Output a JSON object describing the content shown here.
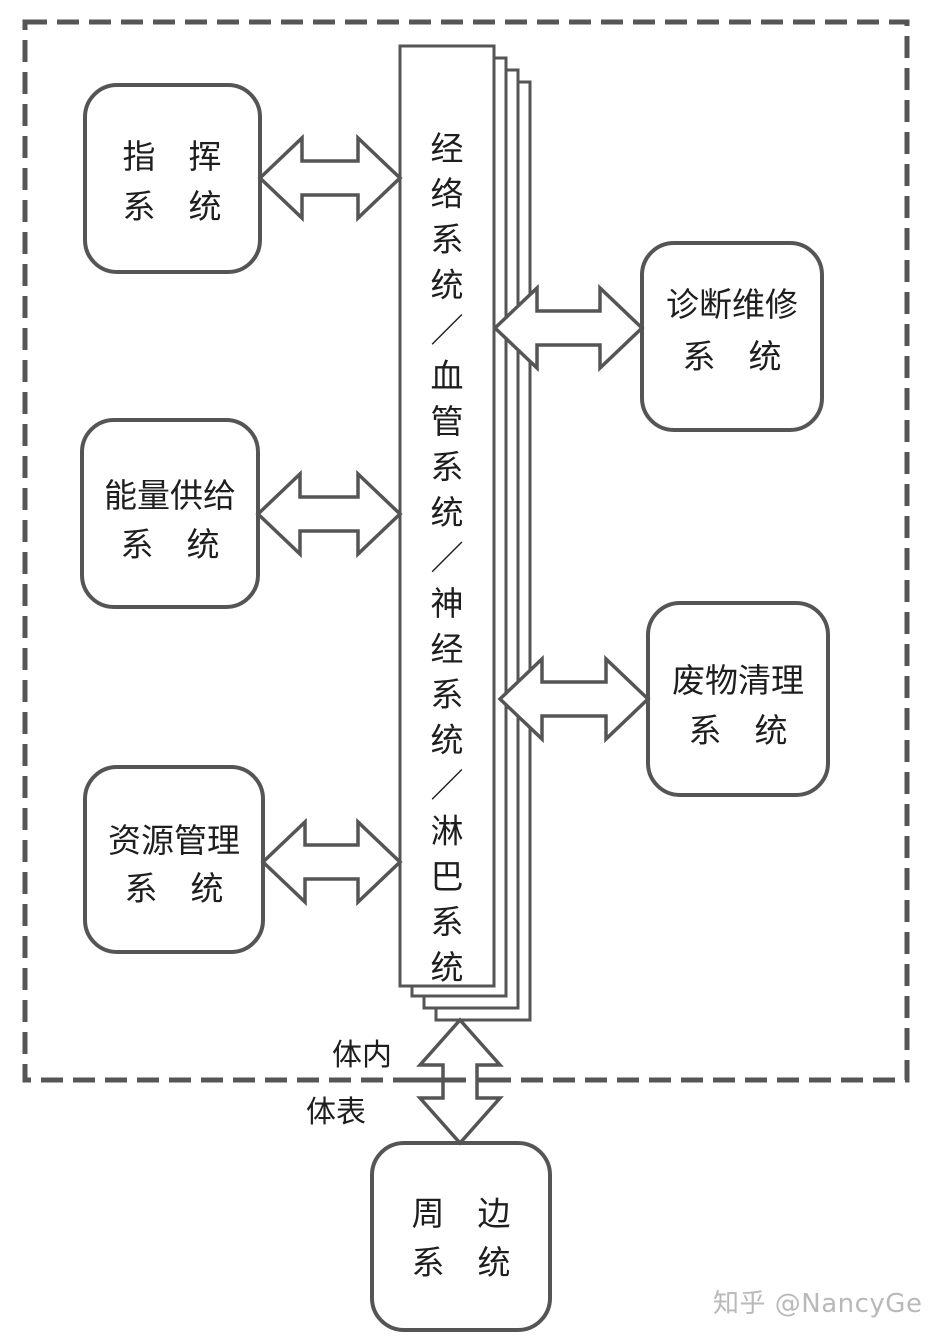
{
  "diagram": {
    "central_bus": {
      "label_chars": [
        "经",
        "络",
        "系",
        "统",
        "／",
        "血",
        "管",
        "系",
        "统",
        "／",
        "神",
        "经",
        "系",
        "统",
        "／",
        "淋",
        "巴",
        "系",
        "统"
      ],
      "label": "经络系统／血管系统／神经系统／淋巴系统"
    },
    "subsystems": [
      {
        "id": "command",
        "line1": "指　挥",
        "line2": "系　统",
        "side": "left"
      },
      {
        "id": "energy-supply",
        "line1": "能量供给",
        "line2": "系　统",
        "side": "left"
      },
      {
        "id": "resource-management",
        "line1": "资源管理",
        "line2": "系　统",
        "side": "left"
      },
      {
        "id": "diagnosis-repair",
        "line1": "诊断维修",
        "line2": "系　统",
        "side": "right"
      },
      {
        "id": "waste-cleanup",
        "line1": "废物清理",
        "line2": "系　统",
        "side": "right"
      }
    ],
    "peripheral": {
      "line1": "周　边",
      "line2": "系　统"
    },
    "boundary_labels": {
      "inside": "体内",
      "outside": "体表"
    },
    "connections": [
      {
        "from": "command",
        "to": "central_bus",
        "type": "bidirectional"
      },
      {
        "from": "energy-supply",
        "to": "central_bus",
        "type": "bidirectional"
      },
      {
        "from": "resource-management",
        "to": "central_bus",
        "type": "bidirectional"
      },
      {
        "from": "central_bus",
        "to": "diagnosis-repair",
        "type": "bidirectional"
      },
      {
        "from": "central_bus",
        "to": "waste-cleanup",
        "type": "bidirectional"
      },
      {
        "from": "central_bus",
        "to": "peripheral",
        "type": "bidirectional"
      }
    ]
  },
  "watermark": "知乎 @NancyGe",
  "colors": {
    "stroke": "#555555",
    "dash": "#555555",
    "text": "#1e1e1e",
    "watermark": "#b9b9b9"
  }
}
